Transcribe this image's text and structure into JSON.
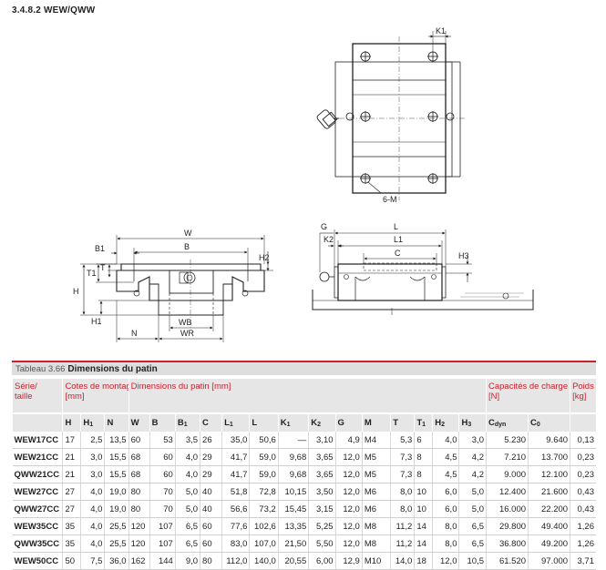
{
  "section_title": "3.4.8.2 WEW/QWW",
  "drawing_labels": {
    "k1_top": "K1",
    "six_m": "6-M",
    "w": "W",
    "b": "B",
    "b1": "B1",
    "t": "T",
    "t1": "T1",
    "h2": "H2",
    "h": "H",
    "h1": "H1",
    "wb": "WB",
    "n": "N",
    "wr": "WR",
    "g": "G",
    "l": "L",
    "k2": "K2",
    "l1": "L1",
    "c": "C",
    "h3": "H3"
  },
  "table_caption_number": "Tableau 3.66",
  "table_caption_title": "Dimensions du patin",
  "group_headers": {
    "serie_line1": "Série/",
    "serie_line2": "taille",
    "cotes_line1": "Cotes de montage",
    "cotes_line2": "[mm]",
    "dims": "Dimensions du patin [mm]",
    "capa_line1": "Capacités de charge",
    "capa_line2": "[N]",
    "poids_line1": "Poids",
    "poids_line2": "[kg]"
  },
  "columns": [
    {
      "main": "H",
      "sub": ""
    },
    {
      "main": "H",
      "sub": "1"
    },
    {
      "main": "N",
      "sub": ""
    },
    {
      "main": "W",
      "sub": ""
    },
    {
      "main": "B",
      "sub": ""
    },
    {
      "main": "B",
      "sub": "1"
    },
    {
      "main": "C",
      "sub": ""
    },
    {
      "main": "L",
      "sub": "1"
    },
    {
      "main": "L",
      "sub": ""
    },
    {
      "main": "K",
      "sub": "1"
    },
    {
      "main": "K",
      "sub": "2"
    },
    {
      "main": "G",
      "sub": ""
    },
    {
      "main": "M",
      "sub": ""
    },
    {
      "main": "T",
      "sub": ""
    },
    {
      "main": "T",
      "sub": "1"
    },
    {
      "main": "H",
      "sub": "2"
    },
    {
      "main": "H",
      "sub": "3"
    },
    {
      "main": "C",
      "sub": "dyn"
    },
    {
      "main": "C",
      "sub": "0"
    }
  ],
  "rows": [
    {
      "serie": "WEW17CC",
      "v": [
        "17",
        "2,5",
        "13,5",
        "60",
        "53",
        "3,5",
        "26",
        "35,0",
        "50,6",
        "—",
        "3,10",
        "4,9",
        "M4",
        "5,3",
        "6",
        "4,0",
        "3,0",
        "5.230",
        "9.640",
        "0,13"
      ]
    },
    {
      "serie": "WEW21CC",
      "v": [
        "21",
        "3,0",
        "15,5",
        "68",
        "60",
        "4,0",
        "29",
        "41,7",
        "59,0",
        "9,68",
        "3,65",
        "12,0",
        "M5",
        "7,3",
        "8",
        "4,5",
        "4,2",
        "7.210",
        "13.700",
        "0,23"
      ]
    },
    {
      "serie": "QWW21CC",
      "v": [
        "21",
        "3,0",
        "15,5",
        "68",
        "60",
        "4,0",
        "29",
        "41,7",
        "59,0",
        "9,68",
        "3,65",
        "12,0",
        "M5",
        "7,3",
        "8",
        "4,5",
        "4,2",
        "9.000",
        "12.100",
        "0,23"
      ]
    },
    {
      "serie": "WEW27CC",
      "v": [
        "27",
        "4,0",
        "19,0",
        "80",
        "70",
        "5,0",
        "40",
        "51,8",
        "72,8",
        "10,15",
        "3,50",
        "12,0",
        "M6",
        "8,0",
        "10",
        "6,0",
        "5,0",
        "12.400",
        "21.600",
        "0,43"
      ]
    },
    {
      "serie": "QWW27CC",
      "v": [
        "27",
        "4,0",
        "19,0",
        "80",
        "70",
        "5,0",
        "40",
        "56,6",
        "73,2",
        "15,45",
        "3,15",
        "12,0",
        "M6",
        "8,0",
        "10",
        "6,0",
        "5,0",
        "16.000",
        "22.200",
        "0,43"
      ]
    },
    {
      "serie": "WEW35CC",
      "v": [
        "35",
        "4,0",
        "25,5",
        "120",
        "107",
        "6,5",
        "60",
        "77,6",
        "102,6",
        "13,35",
        "5,25",
        "12,0",
        "M8",
        "11,2",
        "14",
        "8,0",
        "6,5",
        "29.800",
        "49.400",
        "1,26"
      ]
    },
    {
      "serie": "QWW35CC",
      "v": [
        "35",
        "4,0",
        "25,5",
        "120",
        "107",
        "6,5",
        "60",
        "83,0",
        "107,0",
        "21,50",
        "5,50",
        "12,0",
        "M8",
        "11,2",
        "14",
        "8,0",
        "6,5",
        "36.800",
        "49.200",
        "1,26"
      ]
    },
    {
      "serie": "WEW50CC",
      "v": [
        "50",
        "7,5",
        "36,0",
        "162",
        "144",
        "9,0",
        "80",
        "112,0",
        "140,0",
        "20,55",
        "6,00",
        "12,9",
        "M10",
        "14,0",
        "18",
        "12,0",
        "10,5",
        "61.520",
        "97.000",
        "3,71"
      ]
    }
  ]
}
